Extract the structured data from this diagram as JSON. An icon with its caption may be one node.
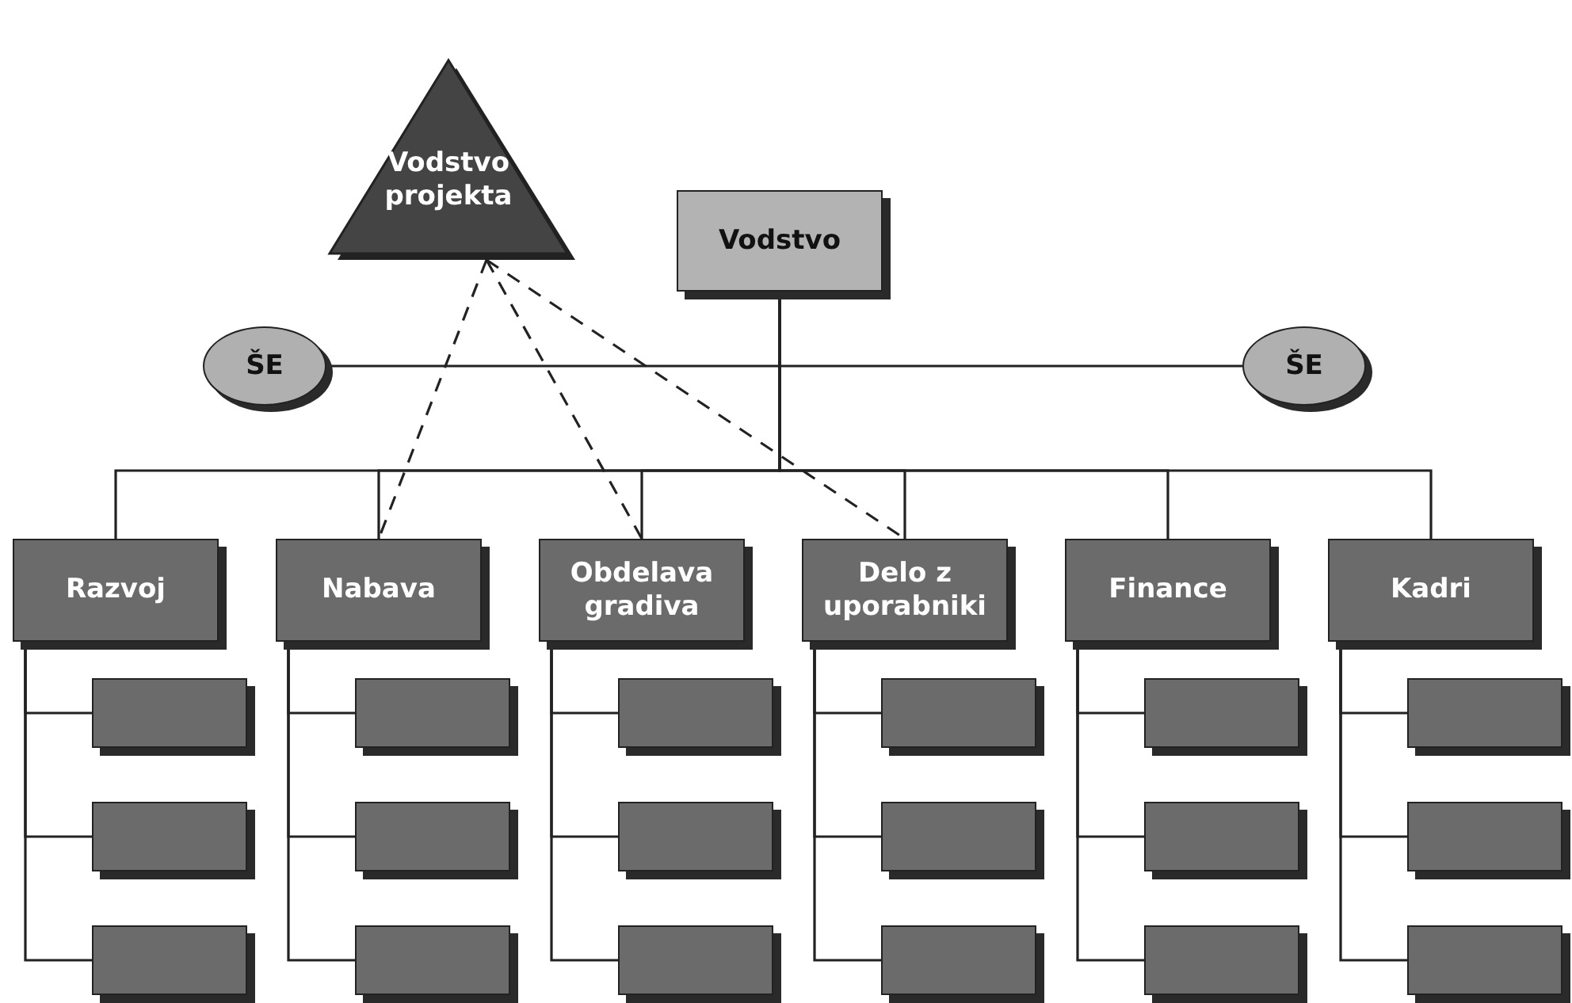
{
  "diagram": {
    "nodes": [
      {
        "text": [
          "Vodstvo projekta"
        ]
      },
      {
        "text": [
          "Vodstvo"
        ]
      },
      {
        "text": [
          "ŠE"
        ]
      },
      {
        "text": [
          "ŠE"
        ]
      },
      {
        "text": [
          "Razvoj"
        ]
      },
      {
        "text": [
          "Nabava"
        ]
      },
      {
        "text": [
          "Obdelava gradiva"
        ]
      },
      {
        "text": [
          "Delo z uporabniki"
        ]
      },
      {
        "text": [
          "Finance"
        ]
      },
      {
        "text": [
          "Kadri"
        ]
      },
      {
        "text": [],
        "shape": "box"
      },
      {
        "text": [],
        "shape": "box"
      },
      {
        "text": [],
        "shape": "box"
      },
      {
        "text": [],
        "shape": "box"
      },
      {
        "text": [],
        "shape": "box"
      },
      {
        "text": [],
        "shape": "box"
      },
      {
        "text": [],
        "shape": "box"
      },
      {
        "text": [],
        "shape": "box"
      },
      {
        "text": [],
        "shape": "box"
      },
      {
        "text": [],
        "shape": "box"
      },
      {
        "text": [],
        "shape": "box"
      },
      {
        "text": [],
        "shape": "box"
      },
      {
        "text": [],
        "shape": "box"
      },
      {
        "text": [],
        "shape": "box"
      },
      {
        "text": [],
        "shape": "box"
      },
      {
        "text": [],
        "shape": "box"
      },
      {
        "text": [],
        "shape": "box"
      },
      {
        "text": [],
        "shape": "box"
      }
    ],
    "edges": [
      {
        "from": 1,
        "to": 4,
        "arrow": "none"
      },
      {
        "from": 1,
        "to": 5,
        "arrow": "none"
      },
      {
        "from": 1,
        "to": 6,
        "arrow": "none"
      },
      {
        "from": 1,
        "to": 7,
        "arrow": "none"
      },
      {
        "from": 1,
        "to": 8,
        "arrow": "none"
      },
      {
        "from": 1,
        "to": 9,
        "arrow": "none"
      },
      {
        "from": 2,
        "to": 3,
        "arrow": "none"
      },
      {
        "from": 0,
        "to": 5,
        "arrow": "none",
        "style": "dashed"
      },
      {
        "from": 0,
        "to": 6,
        "arrow": "none",
        "style": "dashed"
      },
      {
        "from": 0,
        "to": 7,
        "arrow": "none",
        "style": "dashed"
      },
      {
        "from": 4,
        "to": 10,
        "arrow": "none"
      },
      {
        "from": 4,
        "to": 11,
        "arrow": "none"
      },
      {
        "from": 4,
        "to": 12,
        "arrow": "none"
      },
      {
        "from": 5,
        "to": 13,
        "arrow": "none"
      },
      {
        "from": 5,
        "to": 14,
        "arrow": "none"
      },
      {
        "from": 5,
        "to": 15,
        "arrow": "none"
      },
      {
        "from": 6,
        "to": 16,
        "arrow": "none"
      },
      {
        "from": 6,
        "to": 17,
        "arrow": "none"
      },
      {
        "from": 6,
        "to": 18,
        "arrow": "none"
      },
      {
        "from": 7,
        "to": 19,
        "arrow": "none"
      },
      {
        "from": 7,
        "to": 20,
        "arrow": "none"
      },
      {
        "from": 7,
        "to": 21,
        "arrow": "none"
      },
      {
        "from": 8,
        "to": 22,
        "arrow": "none"
      },
      {
        "from": 8,
        "to": 23,
        "arrow": "none"
      },
      {
        "from": 8,
        "to": 24,
        "arrow": "none"
      },
      {
        "from": 9,
        "to": 25,
        "arrow": "none"
      },
      {
        "from": 9,
        "to": 26,
        "arrow": "none"
      },
      {
        "from": 9,
        "to": 27,
        "arrow": "none"
      }
    ]
  }
}
